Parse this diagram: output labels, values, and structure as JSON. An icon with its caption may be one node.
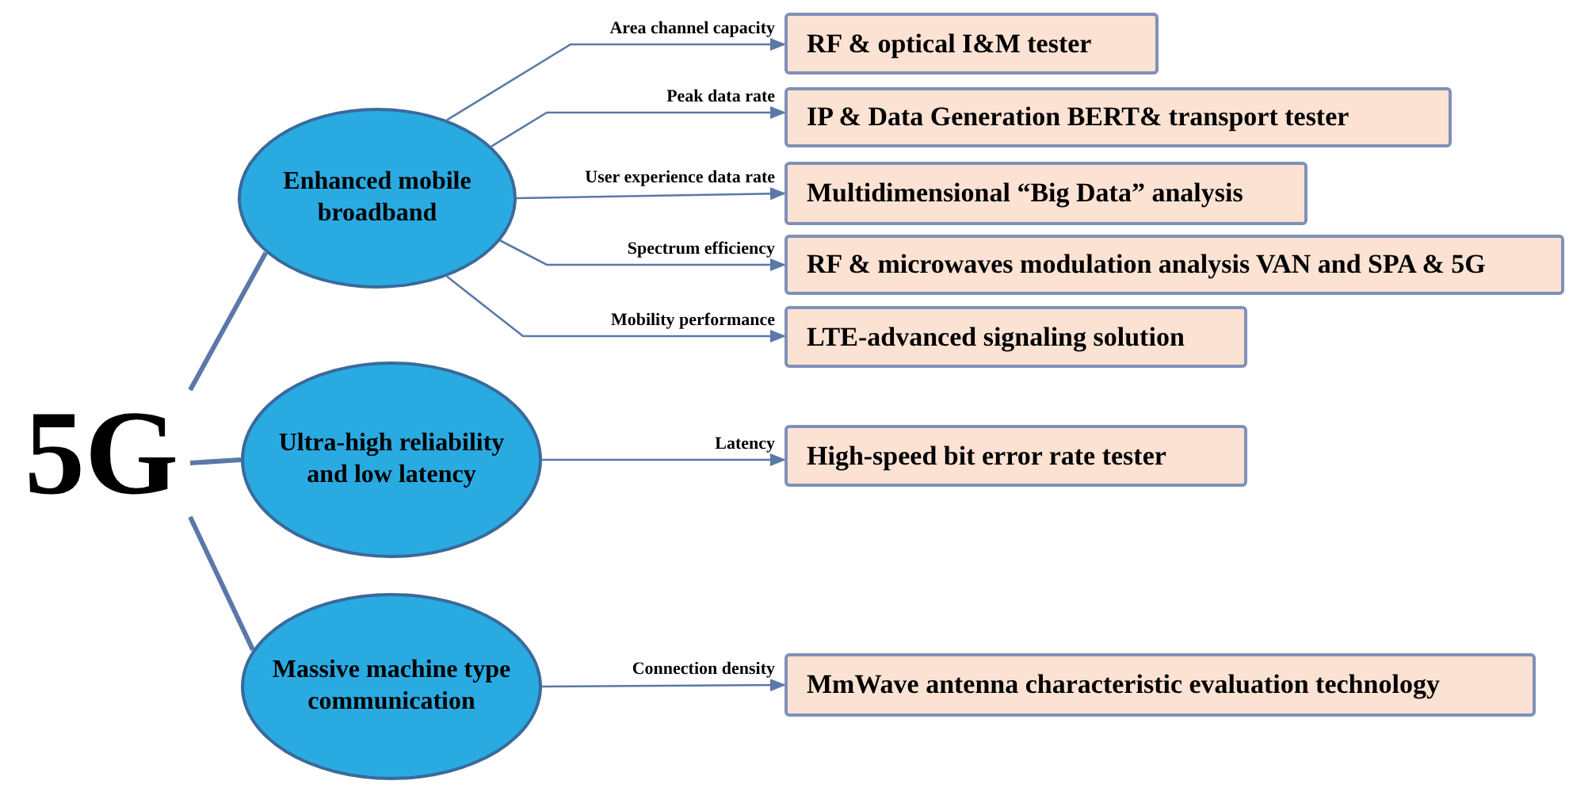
{
  "diagram": {
    "nodes": [
      {
        "text": [
          "5G"
        ]
      },
      {
        "text": [
          "Enhanced mobile broadband"
        ]
      },
      {
        "text": [
          "RF & optical I&M tester"
        ]
      },
      {
        "text": [
          "IP & Data Generation BERT& transport tester"
        ]
      },
      {
        "text": [
          "Multidimensional “Big Data” analysis"
        ]
      },
      {
        "text": [
          "RF & microwaves modulation analysis VAN and SPA & 5G"
        ]
      },
      {
        "text": [
          "LTE-advanced signaling solution"
        ]
      },
      {
        "text": [
          "Ultra-high reliability and low latency"
        ]
      },
      {
        "text": [
          "High-speed bit error rate tester"
        ]
      },
      {
        "text": [
          "Massive machine type communication"
        ]
      },
      {
        "text": [
          "MmWave antenna characteristic evaluation technology"
        ]
      }
    ],
    "edges": [
      {
        "from": 0,
        "to": 1,
        "arrow": "none",
        "style": "thick"
      },
      {
        "from": 0,
        "to": 7,
        "arrow": "none",
        "style": "thick"
      },
      {
        "from": 0,
        "to": 9,
        "arrow": "none",
        "style": "thick"
      },
      {
        "from": 1,
        "to": 2,
        "arrow": "to",
        "label": "Area channel capacity"
      },
      {
        "from": 1,
        "to": 3,
        "arrow": "to",
        "label": "Peak data rate"
      },
      {
        "from": 1,
        "to": 4,
        "arrow": "to",
        "label": "User experience data rate"
      },
      {
        "from": 1,
        "to": 5,
        "arrow": "to",
        "label": "Spectrum efficiency"
      },
      {
        "from": 1,
        "to": 6,
        "arrow": "to",
        "label": "Mobility performance"
      },
      {
        "from": 7,
        "to": 8,
        "arrow": "to",
        "label": "Latency"
      },
      {
        "from": 9,
        "to": 10,
        "arrow": "to",
        "label": "Connection density"
      }
    ]
  }
}
